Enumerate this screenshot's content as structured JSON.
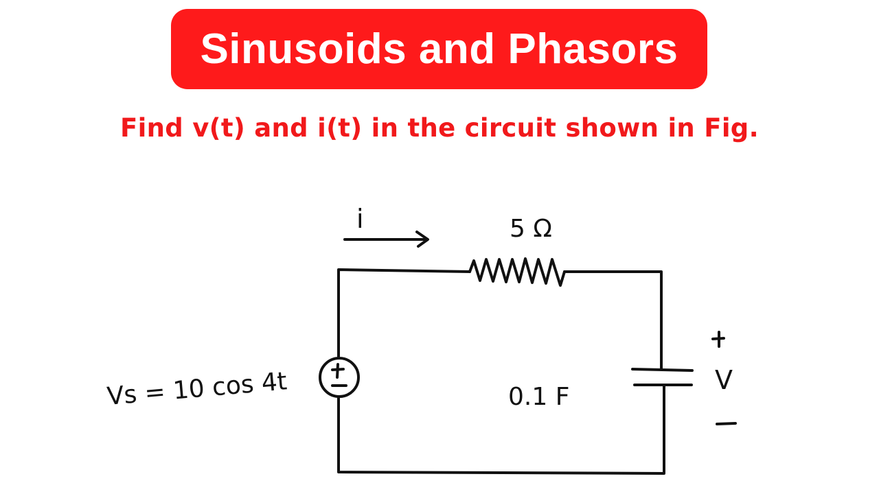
{
  "title": "Sinusoids and Phasors",
  "question": "Find v(t) and i(t) in the circuit shown in Fig.",
  "circuit": {
    "current_label": "i",
    "resistor_label": "5 Ω",
    "source_label": "Vs = 10 cos 4t",
    "source_symbol_plus": "+",
    "source_symbol_minus": "−",
    "capacitor_label": "0.1 F",
    "voltage_plus": "+",
    "voltage_label": "V",
    "voltage_minus": "−"
  },
  "colors": {
    "title_bg": "#fe1a1b",
    "title_text": "#ffffff",
    "question_text": "#f1191b",
    "ink": "#111111"
  }
}
